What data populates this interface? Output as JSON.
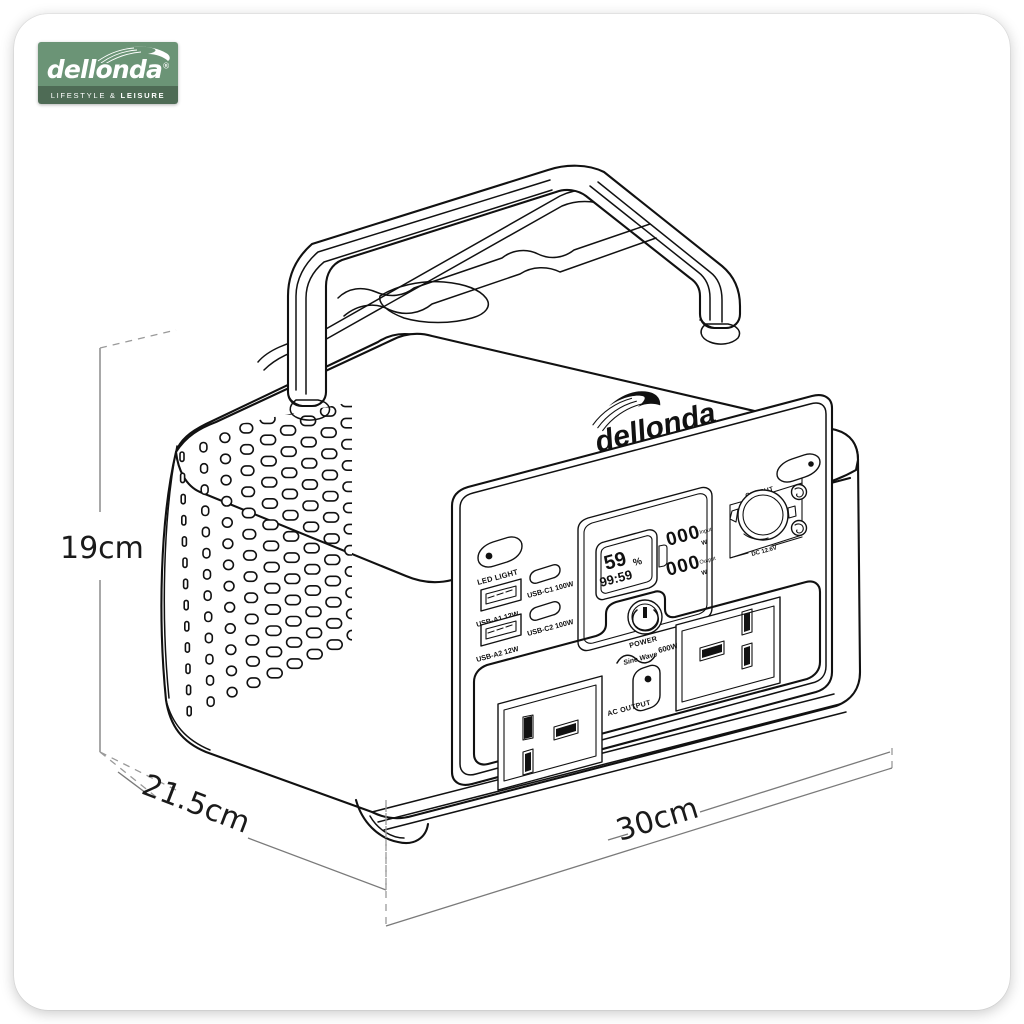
{
  "brand": {
    "logo_wordmark": "dellonda",
    "logo_registered": "®",
    "logo_tagline_light": "LIFESTYLE & ",
    "logo_tagline_bold": "LEISURE",
    "logo_bg_color": "#6b9476",
    "logo_strip_color": "#4e6b55",
    "product_wordmark": "dellonda"
  },
  "dimensions": {
    "height": "19cm",
    "depth": "21.5cm",
    "width": "30cm"
  },
  "panel": {
    "led_light_label": "LED LIGHT",
    "usb_a1_label": "USB-A1 12W",
    "usb_a2_label": "USB-A2 12W",
    "usb_c1_label": "USB-C1 100W",
    "usb_c2_label": "USB-C2 100W",
    "power_label": "POWER",
    "ac_output_label": "AC OUTPUT",
    "sine_wave_label": "Sine Wave",
    "sine_wave_watts": "600W",
    "dc_output_label": "OUTPUT",
    "dc_voltage_label": "DC 12.6V"
  },
  "display": {
    "battery_percent": "59",
    "percent_symbol": "%",
    "time_remaining": "99:59",
    "input_value": "000",
    "input_unit": "W",
    "input_label": "Input",
    "output_value": "000",
    "output_unit": "W",
    "output_label": "Output"
  }
}
